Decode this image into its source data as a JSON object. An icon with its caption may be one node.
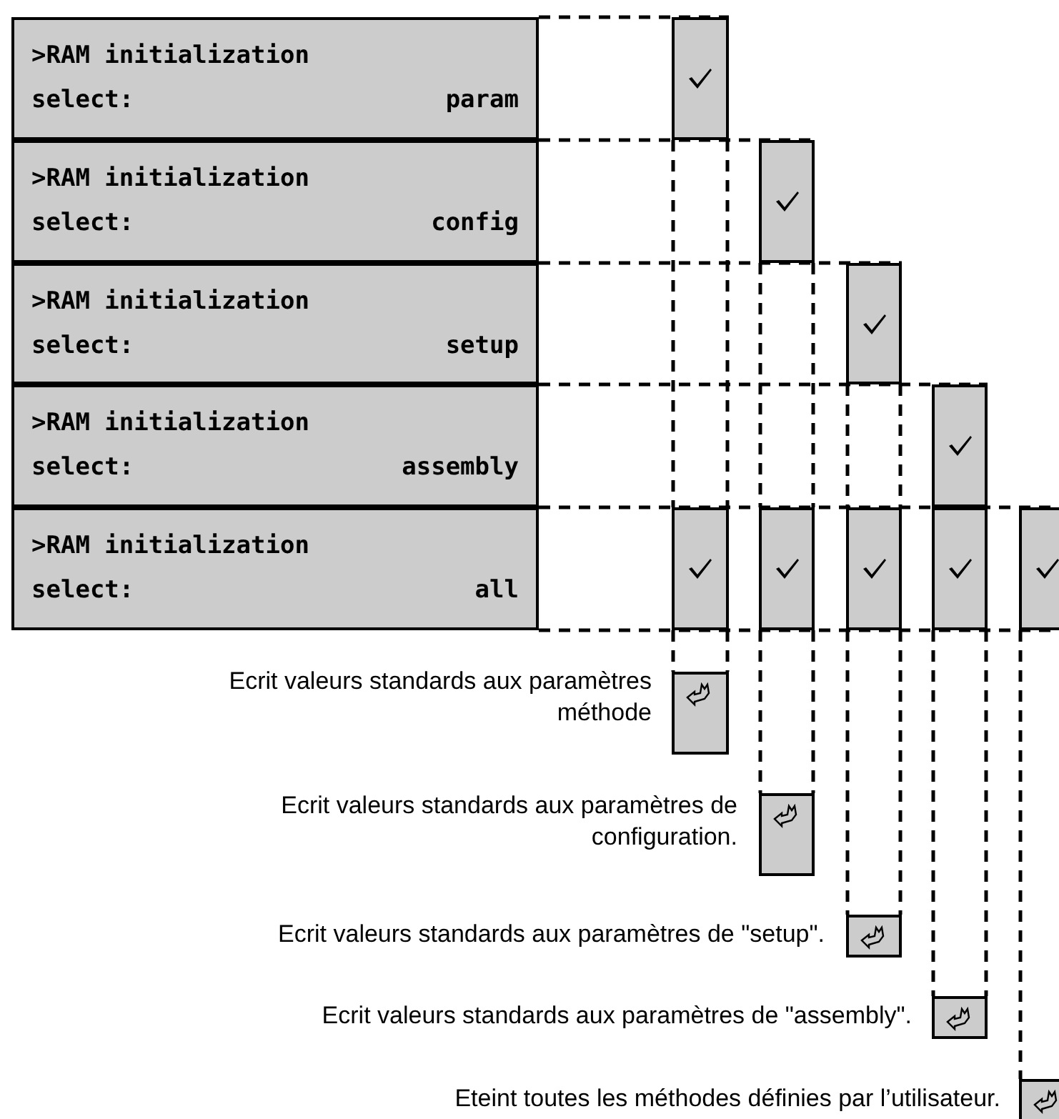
{
  "diagram": {
    "nodes": [
      {
        "text": [
          ">RAM initialization",
          "select:",
          "param"
        ]
      },
      {
        "text": [
          ">RAM initialization",
          "select:",
          "config"
        ]
      },
      {
        "text": [
          ">RAM initialization",
          "select:",
          "setup"
        ]
      },
      {
        "text": [
          ">RAM initialization",
          "select:",
          "assembly"
        ]
      },
      {
        "text": [
          ">RAM initialization",
          "select:",
          "all"
        ]
      },
      {
        "text": [],
        "shape": "box"
      },
      {
        "text": [],
        "shape": "box"
      },
      {
        "text": [],
        "shape": "box"
      },
      {
        "text": [],
        "shape": "box"
      },
      {
        "text": [],
        "shape": "box"
      },
      {
        "text": [],
        "shape": "box"
      },
      {
        "text": [],
        "shape": "box"
      },
      {
        "text": [],
        "shape": "box"
      },
      {
        "text": [],
        "shape": "box"
      },
      {
        "text": [],
        "shape": "box"
      },
      {
        "text": [],
        "shape": "box"
      },
      {
        "text": [],
        "shape": "box"
      },
      {
        "text": [],
        "shape": "box"
      },
      {
        "text": [],
        "shape": "box"
      }
    ],
    "edges": [
      {
        "from": 5,
        "to": 9,
        "arrow": "none",
        "style": "dashed"
      },
      {
        "from": 6,
        "to": 10,
        "arrow": "none",
        "style": "dashed"
      },
      {
        "from": 7,
        "to": 11,
        "arrow": "none",
        "style": "dashed"
      },
      {
        "from": 9,
        "to": 14,
        "arrow": "none",
        "style": "dashed"
      },
      {
        "from": 10,
        "to": 15,
        "arrow": "none",
        "style": "dashed"
      },
      {
        "from": 11,
        "to": 16,
        "arrow": "none",
        "style": "dashed"
      },
      {
        "from": 12,
        "to": 17,
        "arrow": "none",
        "style": "dashed"
      },
      {
        "from": 13,
        "to": 18,
        "arrow": "none",
        "style": "dashed"
      }
    ],
    "labels": [
      "Ecrit valeurs standards aux paramètres méthode",
      "Ecrit valeurs standards aux paramètres de configuration.",
      "Ecrit valeurs standards aux paramètres de \"setup\".",
      "Ecrit valeurs standards aux paramètres de \"assembly\".",
      "Eteint toutes les méthodes définies par l’utilisateur."
    ]
  }
}
